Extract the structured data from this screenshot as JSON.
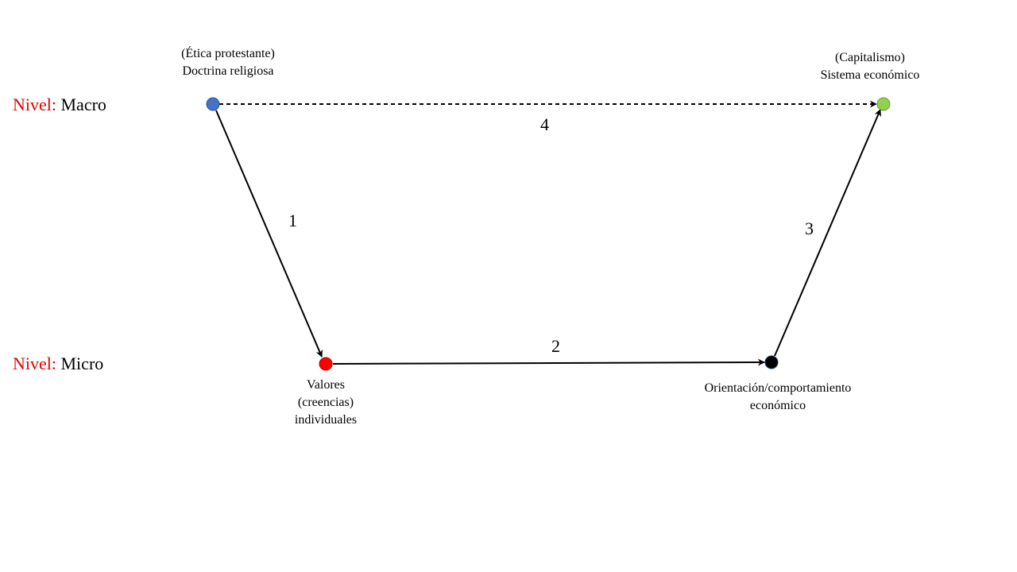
{
  "levels": {
    "macro": {
      "prefix": "Nivel:",
      "name": "Macro"
    },
    "micro": {
      "prefix": "Nivel:",
      "name": "Micro"
    }
  },
  "nodes": {
    "doctrine": {
      "line1": "(Ética protestante)",
      "line2": "Doctrina religiosa",
      "color": "#4472c4"
    },
    "system": {
      "line1": "(Capitalismo)",
      "line2": "Sistema económico",
      "color": "#92d050"
    },
    "values": {
      "line1": "Valores",
      "line2": "(creencias)",
      "line3": "individuales",
      "color": "#ff0000"
    },
    "orientation": {
      "line1": "Orientación/comportamiento",
      "line2": "económico",
      "color": "#000000"
    }
  },
  "edges": {
    "e1": {
      "label": "1",
      "style": "solid"
    },
    "e2": {
      "label": "2",
      "style": "solid"
    },
    "e3": {
      "label": "3",
      "style": "solid"
    },
    "e4": {
      "label": "4",
      "style": "dashed"
    }
  }
}
